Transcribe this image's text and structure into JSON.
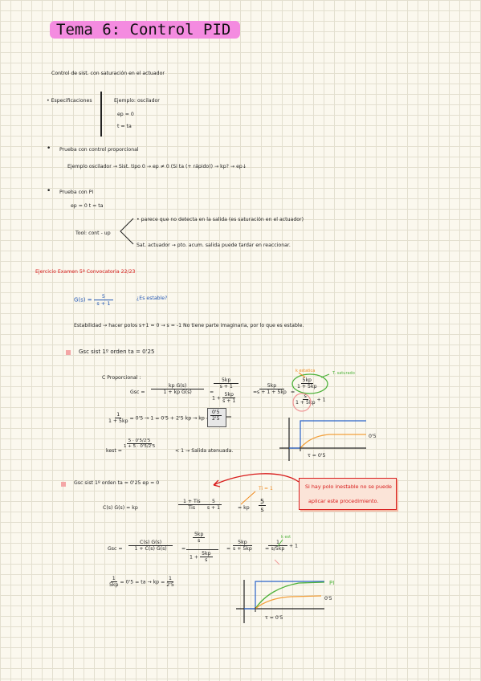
{
  "title": "Tema 6: Control PID",
  "intro": "Control de sist. con saturación en el actuador",
  "specs": {
    "label": "• Especificaciones",
    "example": "Ejemplo: oscilador",
    "line1": "ep = 0",
    "line2": "t = ta"
  },
  "proportional": {
    "heading": "Prueba con control proporcional",
    "line": "Ejemplo oscilador → Sist. tipo 0 → ep ≠ 0 (Si ta (+ rápido)) → kp? → ep↓"
  },
  "pi": {
    "heading": "Prueba con PI",
    "line": "ep = 0        t = ta",
    "tool": "Tool: cont - up",
    "branch1": "• parece que no detecta en la salida (es saturación en el actuador)",
    "branch2": "Sat. actuador → pto. acum. salida puede tardar en reaccionar."
  },
  "exam": {
    "heading": "Ejercicio Examen 5ª Convocatoria 22/23",
    "gs_left": "G(s) =",
    "gs_num": "5",
    "gs_den": "s + 1",
    "question": "¿Es estable?",
    "stability": "Estabilidad → hacer polos  s+1 = 0 → s = -1   No tiene parte imaginaria, por lo que es estable."
  },
  "gsc1": {
    "heading": "Gsc sist 1º orden  ta = 0'25",
    "cprop": "C Proporcional :",
    "gsc": "Gsc =",
    "f1_num": "kp G(s)",
    "f1_den": "1 + kp G(s)",
    "f2_num": "5kp",
    "f2_den": "s + 1",
    "f3_pre": "1 +",
    "f3_num": "5kp",
    "f3_den": "s + 1",
    "f4_num": "5kp",
    "f4_den": "s + 1 + 5kp",
    "f5_num": "5kp",
    "f5_den": "1 + 5kp",
    "f6_num": "s",
    "f6_den": "1 + 5kp",
    "f_tail": "+ 1",
    "eq": "=",
    "label_kest": "k estatica",
    "label_t": "T. saturado",
    "tau_pre": "1",
    "tau_den": "1 + 5kp",
    "tau_eq": "= 0'5 → 1 = 0'5 + 2'5 kp → kp =",
    "kp_num": "0'5",
    "kp_den": "2'5",
    "kest": "kest =",
    "kest_num": "5 · 0'5/2'5",
    "kest_den": "1 + 5 · 0'5/2'5",
    "kest_tail": "< 1 → Salida atenuada.",
    "graph_val": "0'5",
    "graph_tau": "τ = 0'5"
  },
  "gsc2": {
    "heading": "Gsc sist 1º orden  ta = 0'25  ep = 0",
    "cs_lhs": "C(s) G(s) = kp",
    "cs_num": "1 + Tis",
    "cs_den": "Tis",
    "cs_g_num": "5",
    "cs_g_den": "s + 1",
    "cs_res": "= kp",
    "cs_res_num": "5",
    "cs_res_den": "s",
    "ti": "Ti = 1",
    "note1": "Si hay polo inestable no se puede",
    "note2": "aplicar este procedimiento.",
    "gsc": "Gsc =",
    "g1_num": "C(s) G(s)",
    "g1_den": "1 + C(s) G(s)",
    "g2_top": "5kp",
    "g2_topden": "s",
    "g2_pre": "1 +",
    "g2_num": "5kp",
    "g2_den": "s",
    "g3_num": "5kp",
    "g3_den": "s + 5kp",
    "g4_num": "1",
    "g4_den": "s/5kp",
    "g4_tail": "+ 1",
    "eq": "=",
    "label_kest": "k est",
    "tau_pre": "1",
    "tau_den": "5kp",
    "tau_eq": "= 0'5 = ta → kp =",
    "kp_num": "1",
    "kp_den": "2'5",
    "graph_pi": "PI",
    "graph_val": "0'5",
    "graph_tau": "τ = 0'5"
  }
}
